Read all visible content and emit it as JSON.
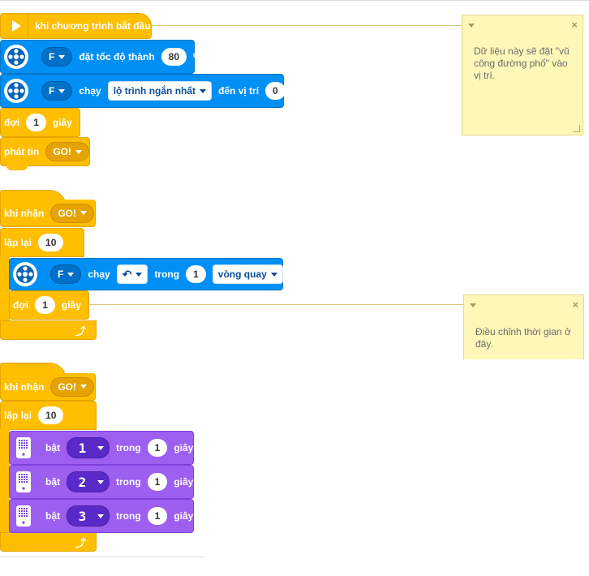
{
  "stack1": {
    "hat_label": "khi chương trình bắt đầu",
    "speed_block": {
      "motor": "F",
      "label": "đặt tốc độ thành",
      "value": "80",
      "unit": "%"
    },
    "run_block": {
      "motor": "F",
      "label": "chạy",
      "mode": "lộ trình ngắn nhất",
      "label2": "đến vị trí",
      "value": "0"
    },
    "wait_block": {
      "label": "đợi",
      "value": "1",
      "unit": "giây"
    },
    "broadcast_block": {
      "label": "phát tin",
      "message": "GO!"
    }
  },
  "stack2": {
    "hat_label": "khi nhận",
    "message": "GO!",
    "repeat_label": "lặp lại",
    "repeat_count": "10",
    "run_block": {
      "motor": "F",
      "label": "chạy",
      "label2": "trong",
      "value": "1",
      "unit": "vòng quay"
    },
    "wait_block": {
      "label": "đợi",
      "value": "1",
      "unit": "giây"
    }
  },
  "stack3": {
    "hat_label": "khi nhận",
    "message": "GO!",
    "repeat_label": "lặp lại",
    "repeat_count": "10",
    "display_blocks": [
      {
        "label": "bật",
        "digit": "1",
        "label2": "trong",
        "value": "1",
        "unit": "giây"
      },
      {
        "label": "bật",
        "digit": "2",
        "label2": "trong",
        "value": "1",
        "unit": "giây"
      },
      {
        "label": "bật",
        "digit": "3",
        "label2": "trong",
        "value": "1",
        "unit": "giây"
      }
    ]
  },
  "notes": [
    {
      "text": "Dữ liệu này sẽ đặt \"vũ công đường phố\" vào vị trí."
    },
    {
      "text": "Điều chỉnh thời gian ở đây."
    }
  ],
  "colors": {
    "events": "#ffbf00",
    "motors": "#0090f5",
    "display": "#9d5ff0",
    "note": "#fff7b8"
  }
}
